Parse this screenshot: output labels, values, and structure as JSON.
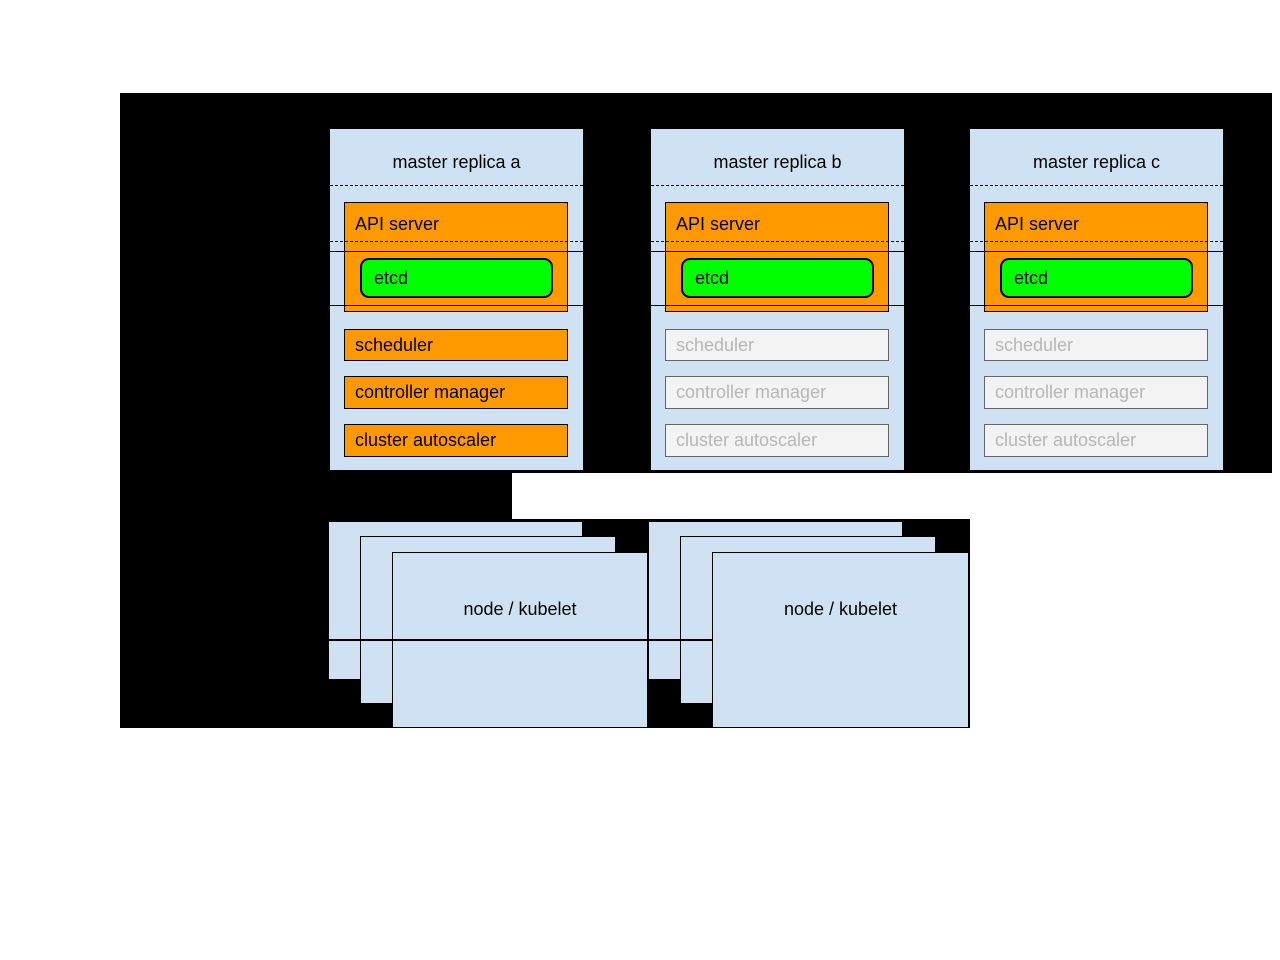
{
  "diagram": {
    "replicas": [
      {
        "title": "master replica a",
        "api_server": "API server",
        "etcd": "etcd",
        "scheduler": "scheduler",
        "controller_manager": "controller manager",
        "cluster_autoscaler": "cluster autoscaler",
        "secondary_components_state": "active"
      },
      {
        "title": "master replica b",
        "api_server": "API server",
        "etcd": "etcd",
        "scheduler": "scheduler",
        "controller_manager": "controller manager",
        "cluster_autoscaler": "cluster autoscaler",
        "secondary_components_state": "standby"
      },
      {
        "title": "master replica c",
        "api_server": "API server",
        "etcd": "etcd",
        "scheduler": "scheduler",
        "controller_manager": "controller manager",
        "cluster_autoscaler": "cluster autoscaler",
        "secondary_components_state": "standby"
      }
    ],
    "node_stacks": [
      {
        "label": "node / kubelet"
      },
      {
        "label": "node / kubelet"
      }
    ],
    "colors": {
      "background_mask": "#000000",
      "box_fill": "#cfe2f3",
      "active_component": "#ff9900",
      "etcd_fill": "#00ff00",
      "standby_fill": "#f3f3f3",
      "standby_border": "#666666",
      "standby_text": "#b7b7b7"
    }
  }
}
